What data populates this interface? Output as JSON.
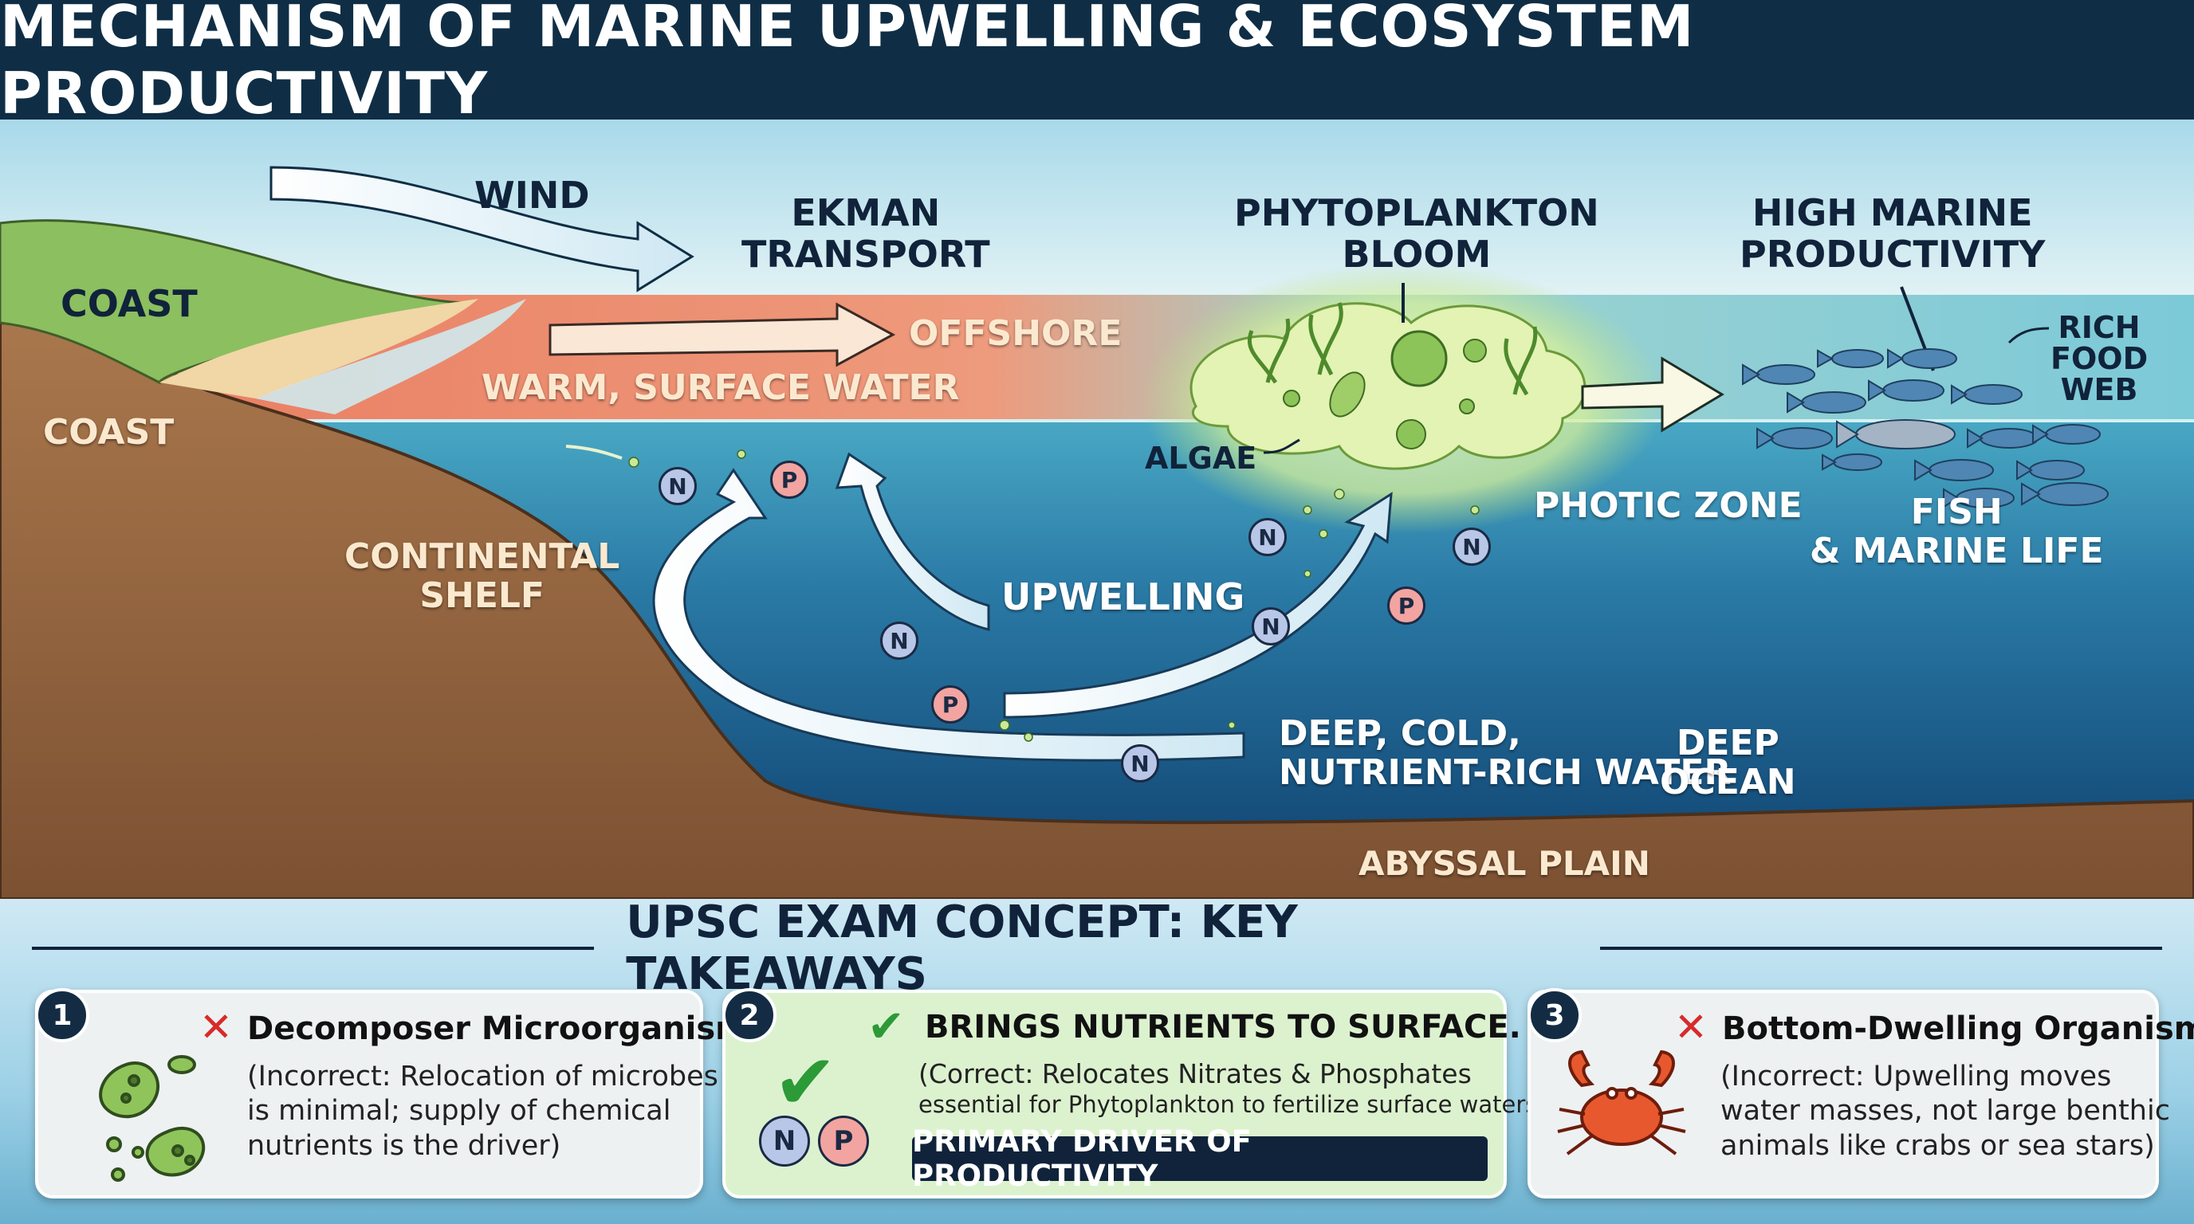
{
  "title": "MECHANISM OF MARINE UPWELLING & ECOSYSTEM PRODUCTIVITY",
  "diagram": {
    "wind": "WIND",
    "ekman": [
      "EKMAN",
      "TRANSPORT"
    ],
    "coast_top": "COAST",
    "coast_side": "COAST",
    "offshore": "OFFSHORE",
    "warm_surface": "WARM, SURFACE WATER",
    "phytoplankton": [
      "PHYTOPLANKTON",
      "BLOOM"
    ],
    "high_productivity": [
      "HIGH MARINE",
      "PRODUCTIVITY"
    ],
    "rich_food_web": [
      "RICH",
      "FOOD",
      "WEB"
    ],
    "algae": "ALGAE",
    "photic_zone": "PHOTIC ZONE",
    "fish": [
      "FISH",
      "& MARINE LIFE"
    ],
    "continental_shelf": [
      "CONTINENTAL",
      "SHELF"
    ],
    "upwelling": "UPWELLING",
    "deep_cold": [
      "DEEP, COLD,",
      "NUTRIENT-RICH WATER"
    ],
    "deep_ocean": [
      "DEEP",
      "OCEAN"
    ],
    "abyssal": "ABYSSAL PLAIN",
    "nutrient_n": "N",
    "nutrient_p": "P"
  },
  "takeaways": {
    "heading": "UPSC EXAM CONCEPT: KEY TAKEAWAYS",
    "cards": [
      {
        "num": "1",
        "title": "Decomposer Microorganisms.",
        "body": [
          "(Incorrect: Relocation of microbes",
          "is minimal; supply of chemical",
          "nutrients is the driver)"
        ]
      },
      {
        "num": "2",
        "title": "BRINGS NUTRIENTS TO SURFACE.",
        "body": [
          "(Correct: Relocates Nitrates & Phosphates",
          "essential for Phytoplankton to fertilize surface waters)"
        ],
        "driver": "PRIMARY DRIVER OF PRODUCTIVITY"
      },
      {
        "num": "3",
        "title": "Bottom-Dwelling Organisms.",
        "body": [
          "(Incorrect: Upwelling moves",
          "water masses, not large benthic",
          "animals like crabs or sea stars)"
        ]
      }
    ]
  },
  "colors": {
    "title_bg": "#0f2e45",
    "sky": "#cfeaf3",
    "warm_water": "#ec8a6e",
    "deep_water": "#0f4a78",
    "land": "#9a6a42",
    "grass": "#86b85a",
    "incorrect": "#d72b2b",
    "correct": "#2c9a36"
  },
  "icons": [
    "wind-arrow-icon",
    "algae-bloom-icon",
    "fish-school-icon",
    "microbe-icon",
    "check-icon",
    "crab-icon",
    "x-mark-icon"
  ]
}
